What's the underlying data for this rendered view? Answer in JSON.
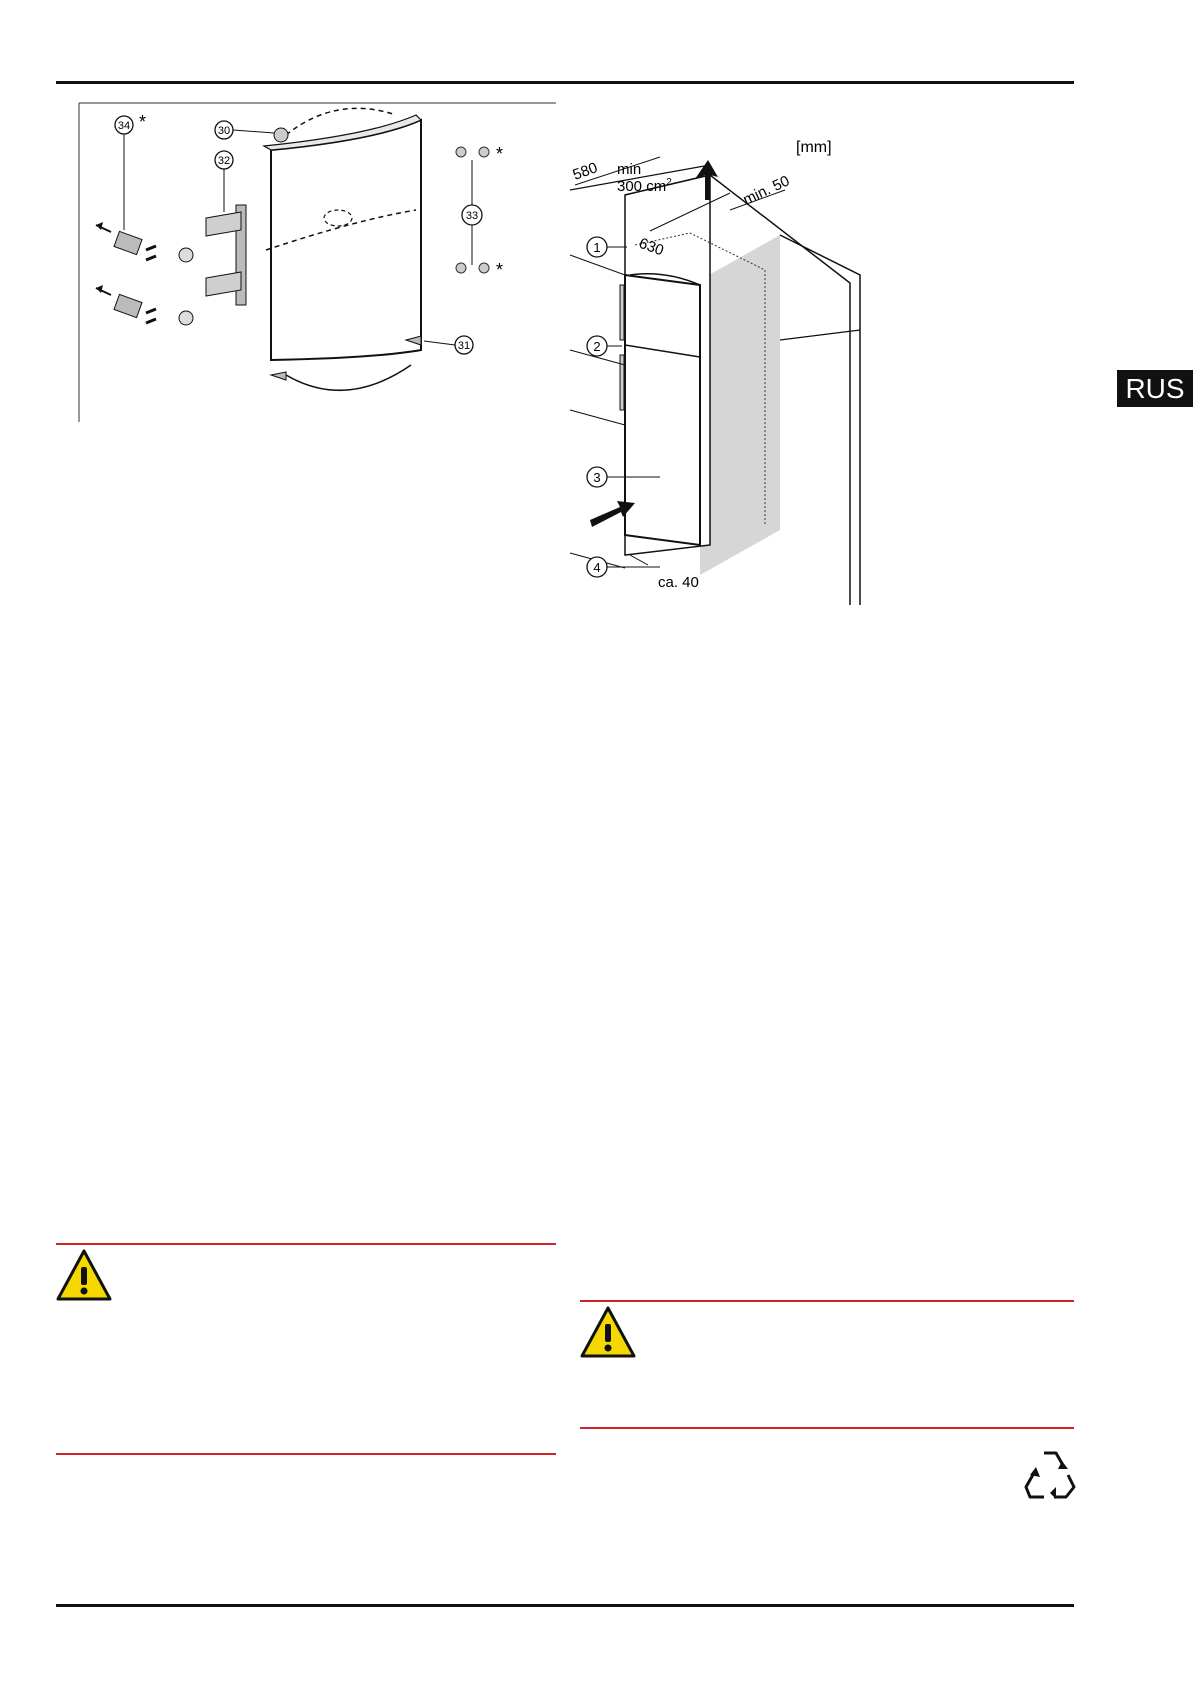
{
  "page": {
    "language_tab": "RUS"
  },
  "door_figure": {
    "callouts": [
      "34",
      "30",
      "32",
      "33",
      "31"
    ],
    "asterisk": "*"
  },
  "install_figure": {
    "unit_label": "[mm]",
    "dimensions": {
      "depth": "580",
      "vent_min": "min",
      "vent_area": "300 cm",
      "vent_area_superscript": "2",
      "width": "630",
      "gap_top": "min. 50",
      "gap_bottom": "ca. 40"
    },
    "callouts": [
      "1",
      "2",
      "3",
      "4"
    ]
  },
  "colors": {
    "rule": "#111111",
    "warning_rule": "#d0202a",
    "warning_fill": "#f5d800",
    "tab_bg": "#111111"
  },
  "icons": [
    "warning-icon",
    "warning-icon",
    "recycle-icon"
  ]
}
